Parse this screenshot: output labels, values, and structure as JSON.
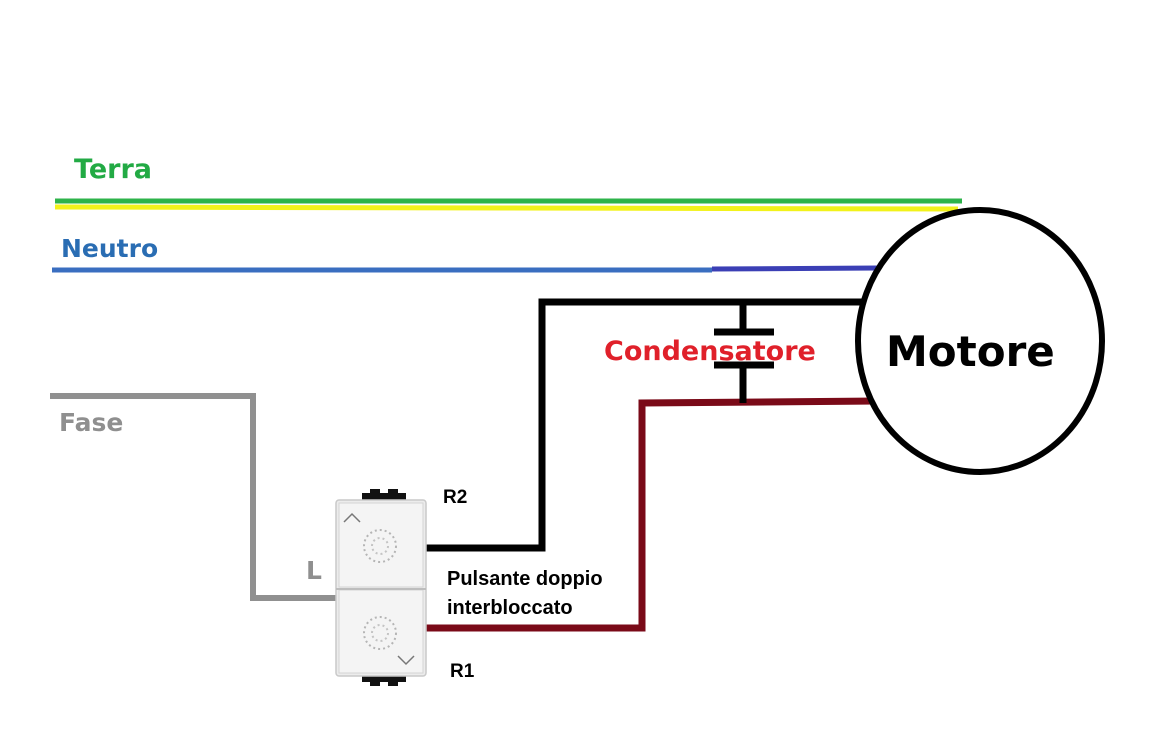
{
  "labels": {
    "terra": "Terra",
    "neutro": "Neutro",
    "fase": "Fase",
    "l": "L",
    "condensatore": "Condensatore",
    "motore": "Motore",
    "r2": "R2",
    "r1": "R1",
    "pulsante_line1": "Pulsante doppio",
    "pulsante_line2": "interbloccato"
  },
  "colors": {
    "terra_label": "#22aa44",
    "terra_green": "#2db34a",
    "terra_yellow": "#f2f21a",
    "neutro_label": "#2a6db3",
    "neutro_wire": "#3a6ec0",
    "neutro_wire_end": "#3b3fb5",
    "fase_label": "#8f8f8f",
    "fase_wire": "#909090",
    "black_wire": "#000000",
    "red_wire": "#7a0a18",
    "condensatore_label": "#e0202a",
    "motor_outline": "#000000"
  },
  "icons": {
    "switch": "double-interlocked-push-button-icon",
    "arrow_up": "chevron-up-icon",
    "arrow_down": "chevron-down-icon"
  }
}
